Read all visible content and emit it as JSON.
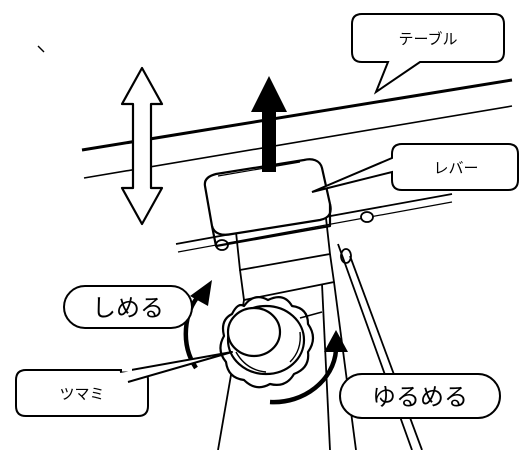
{
  "labels": {
    "table": "テーブル",
    "lever": "レバー",
    "tighten": "しめる",
    "loosen": "ゆるめる",
    "knob": "ツマミ"
  },
  "colors": {
    "ink": "#000000",
    "paper": "#ffffff",
    "shade": "#bdbdbd"
  }
}
